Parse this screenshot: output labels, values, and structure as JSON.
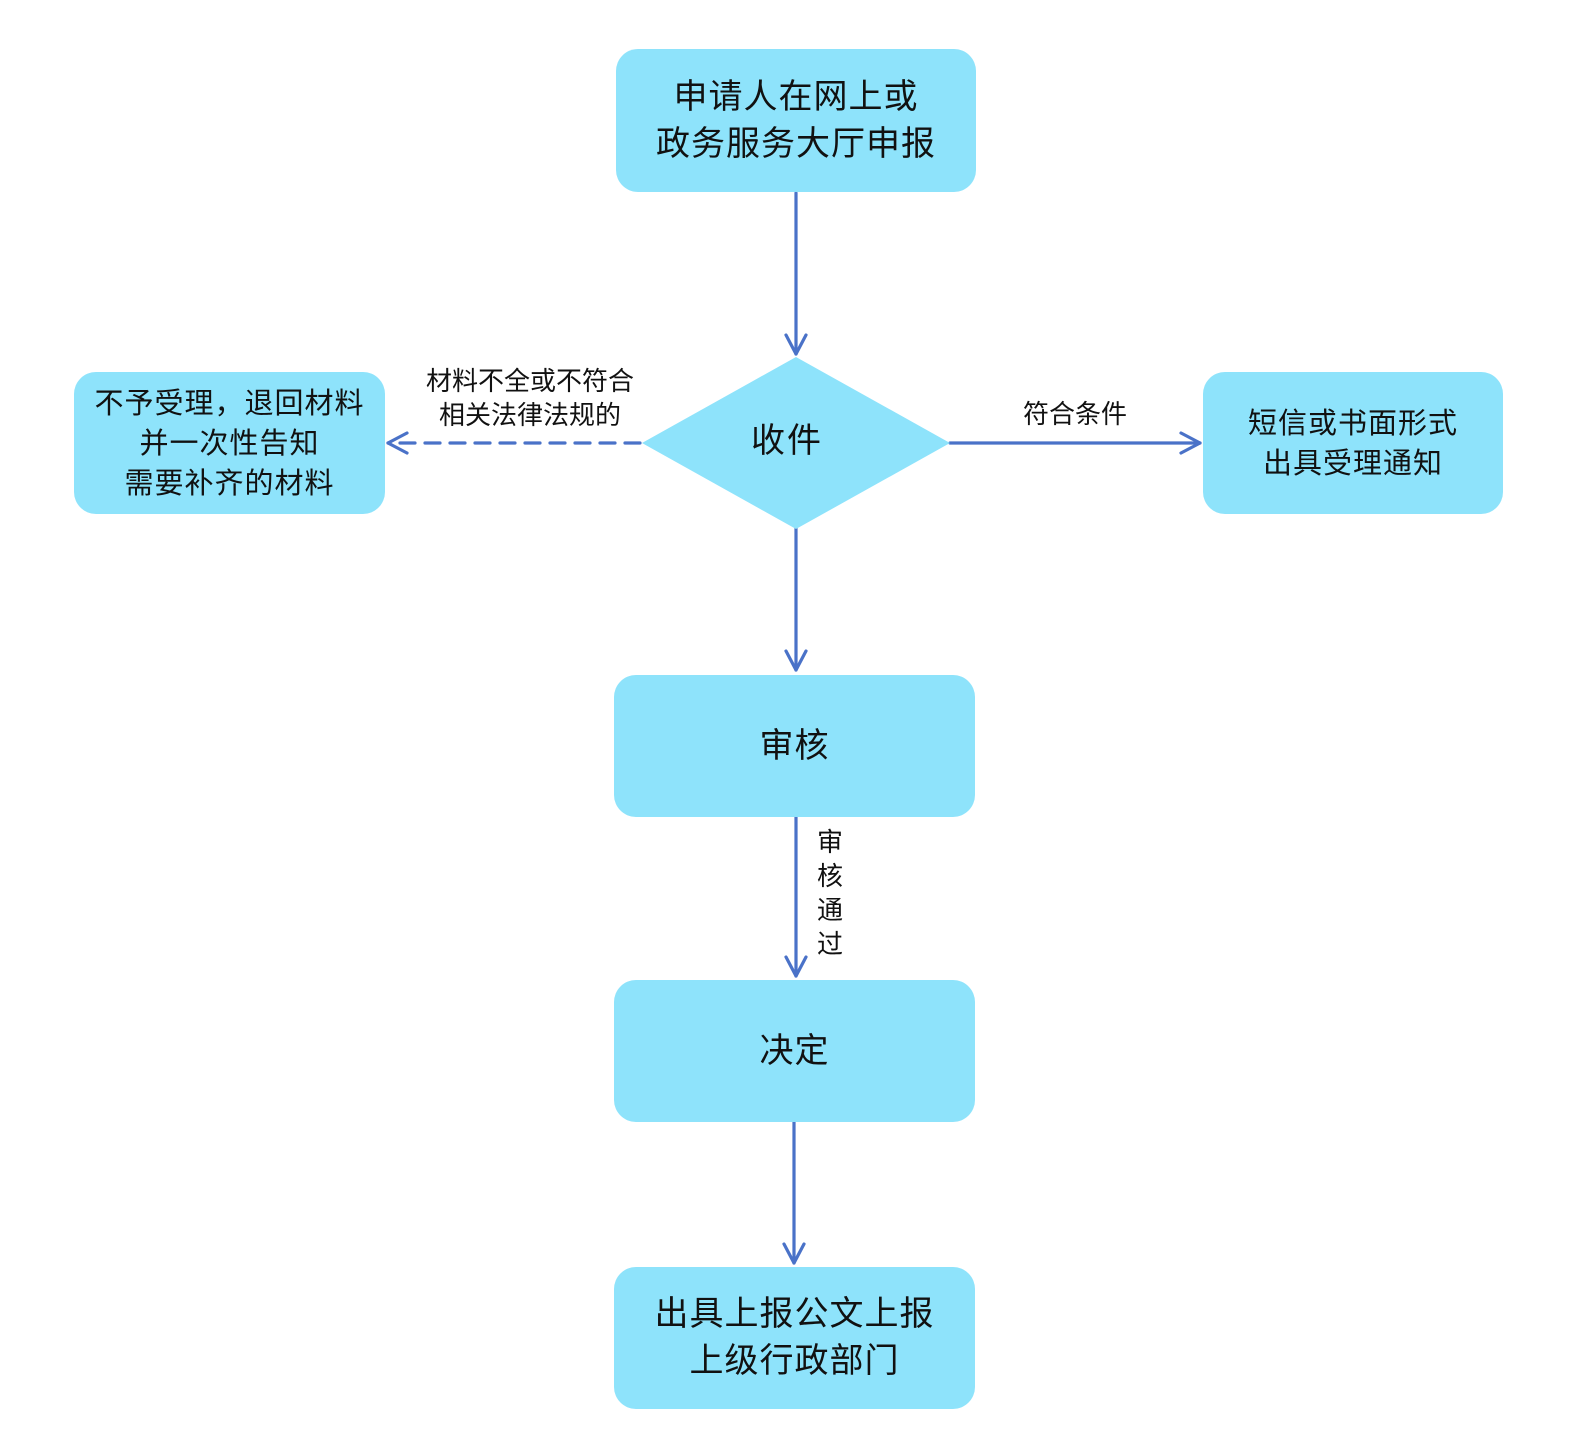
{
  "nodes": {
    "apply": {
      "lines": [
        "申请人在网上或",
        "政务服务大厅申报"
      ]
    },
    "receive": {
      "label": "收件"
    },
    "reject": {
      "lines": [
        "不予受理，退回材料",
        "并一次性告知",
        "需要补齐的材料"
      ]
    },
    "notify": {
      "lines": [
        "短信或书面形式",
        "出具受理通知"
      ]
    },
    "review": {
      "label": "审核"
    },
    "decide": {
      "label": "决定"
    },
    "report": {
      "lines": [
        "出具上报公文上报",
        "上级行政部门"
      ]
    }
  },
  "edges": {
    "to_reject": {
      "lines": [
        "材料不全或不符合",
        "相关法律法规的"
      ],
      "style": "dashed"
    },
    "to_notify": {
      "label": "符合条件"
    },
    "review_pass": {
      "chars": [
        "审",
        "核",
        "通",
        "过"
      ]
    }
  },
  "colors": {
    "node_fill": "#8ee3fb",
    "connector": "#4a72c8",
    "text": "#111111"
  }
}
